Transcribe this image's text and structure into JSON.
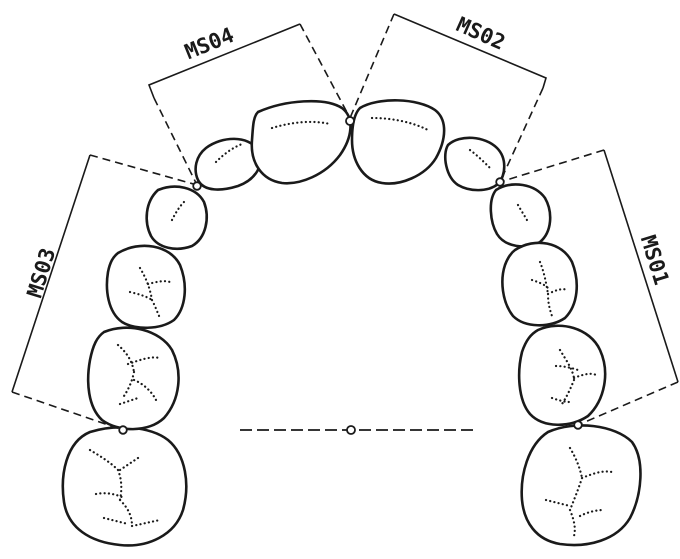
{
  "diagram": {
    "segments": [
      {
        "id": "ms01",
        "label": "MS01"
      },
      {
        "id": "ms02",
        "label": "MS02"
      },
      {
        "id": "ms03",
        "label": "MS03"
      },
      {
        "id": "ms04",
        "label": "MS04"
      }
    ],
    "tooth_count": 12,
    "contact_point_count": 5
  }
}
